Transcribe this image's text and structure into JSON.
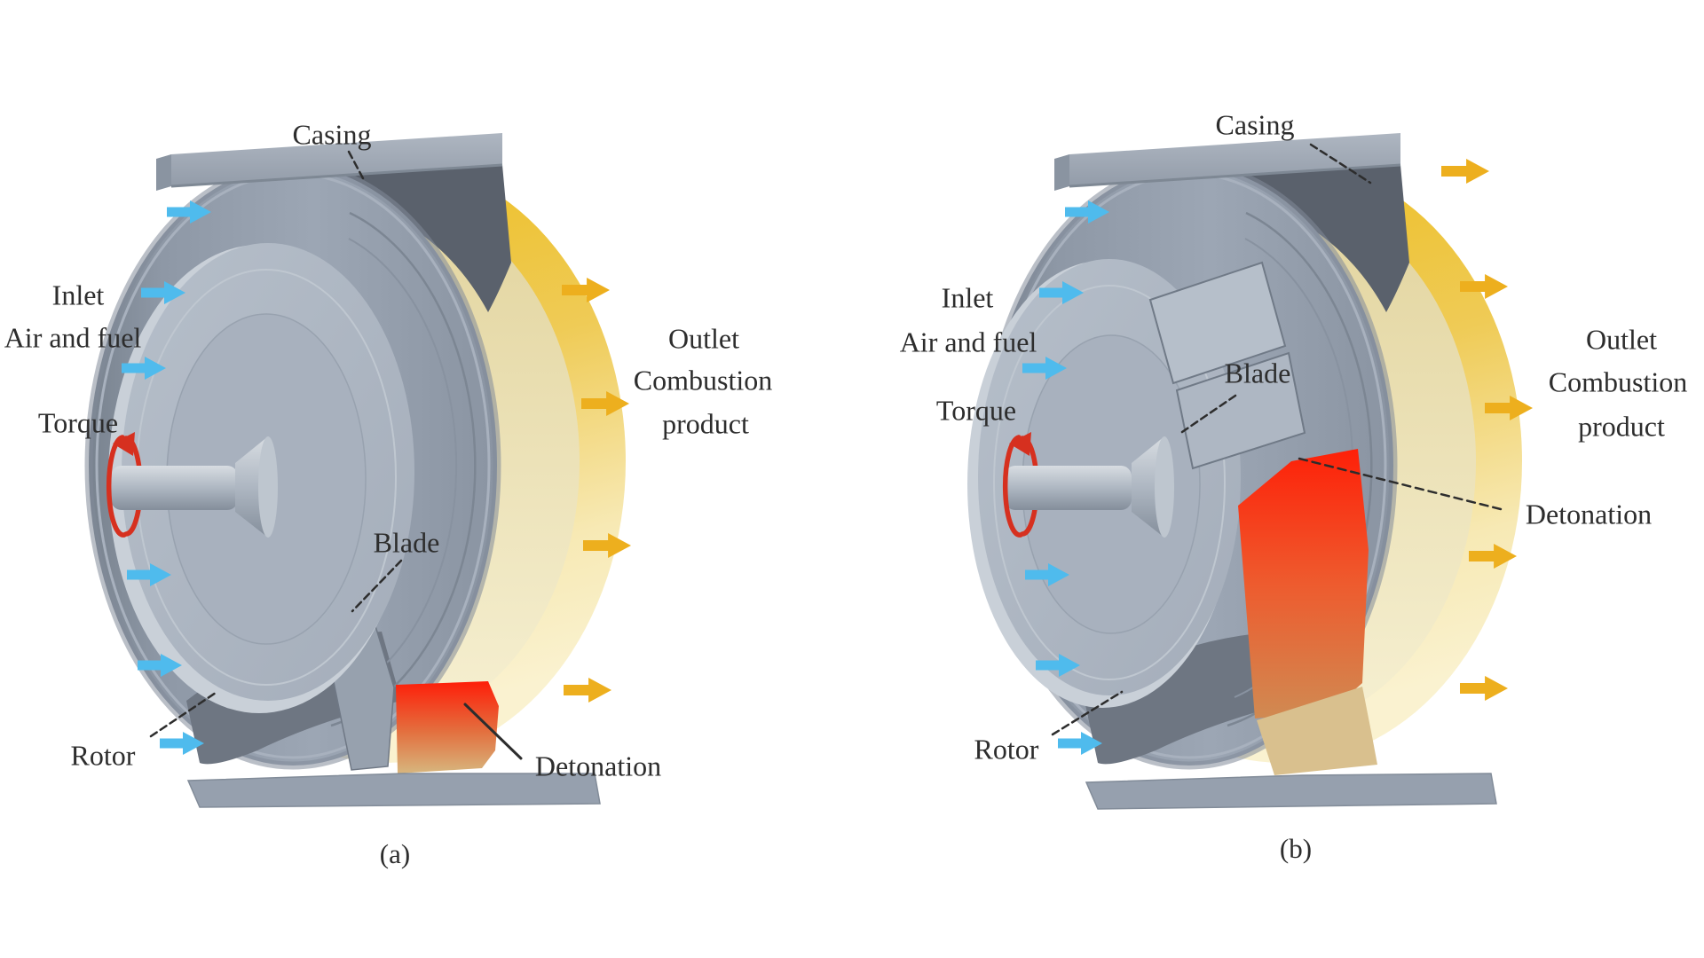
{
  "figure": {
    "title": "Bladed rotating detonation engine concept, two rotor positions",
    "panels": [
      {
        "id": "a",
        "caption": "(a)",
        "labels": {
          "casing": "Casing",
          "inlet_line1": "Inlet",
          "inlet_line2": "Air and fuel",
          "torque": "Torque",
          "rotor": "Rotor",
          "blade": "Blade",
          "detonation": "Detonation",
          "outlet_line1": "Outlet",
          "outlet_line2": "Combustion",
          "outlet_line3": "product"
        },
        "inlet_arrow_count": 6,
        "outlet_arrow_count": 4
      },
      {
        "id": "b",
        "caption": "(b)",
        "labels": {
          "casing": "Casing",
          "inlet_line1": "Inlet",
          "inlet_line2": "Air and fuel",
          "torque": "Torque",
          "rotor": "Rotor",
          "blade": "Blade",
          "detonation": "Detonation",
          "outlet_line1": "Outlet",
          "outlet_line2": "Combustion",
          "outlet_line3": "product"
        },
        "inlet_arrow_count": 6,
        "outlet_arrow_count": 5
      }
    ]
  },
  "colors": {
    "background": "#FFFFFF",
    "text": "#2D2D2D",
    "leader": "#2D2D2D",
    "inlet_arrow": "#4FBBED",
    "outlet_arrow": "#EDAF1E",
    "torque_arrow": "#D6301F",
    "detonation_red": "#FE1E09",
    "detonation_fade": "#D7B67E",
    "combustion_yellow": "#EFBE1D",
    "combustion_pale": "#FAF2D0",
    "casing_gray": "#9AA4B2",
    "rotor_gray": "#9CA6B4",
    "dark_gap": "#5A616C"
  },
  "icon_names": {
    "inlet_arrow": "right-arrow-icon",
    "outlet_arrow": "right-arrow-icon",
    "torque": "rotation-arrow-icon"
  }
}
